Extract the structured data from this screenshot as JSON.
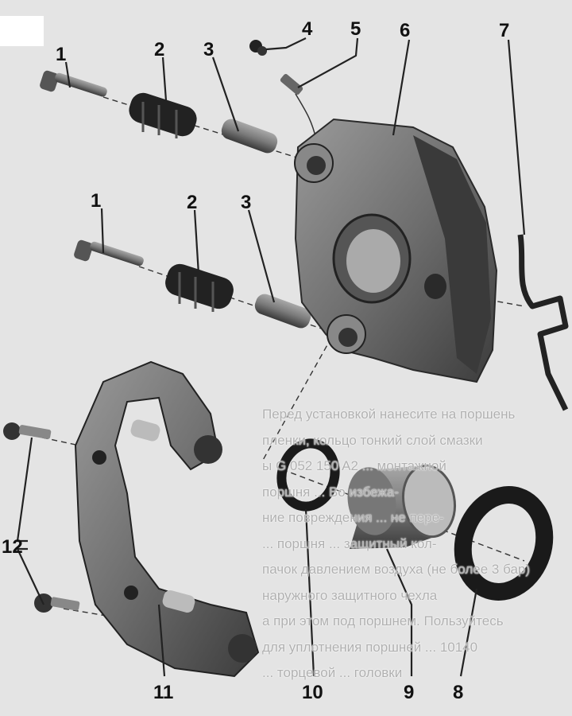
{
  "diagram": {
    "background_text": [
      "Перед установкой нанесите на поршень",
      "пленки, кольцо тонкий слой смазки",
      "ы G 052 150 A2 ... монтажной",
      "поршня ... Во избежа-",
      "ние повреждения ... не пере-",
      "... поршня ... защитный кол-",
      "пачок давлением воздуха (не более 3 бар)",
      "наружного защитного чехла",
      "а при этом под поршнем. Пользуйтесь",
      "для уплотнения поршней ... 10140",
      "... торцевой ... головки"
    ],
    "callouts": [
      "1",
      "2",
      "3",
      "4",
      "5",
      "6",
      "7",
      "8",
      "9",
      "10",
      "11",
      "12"
    ]
  }
}
